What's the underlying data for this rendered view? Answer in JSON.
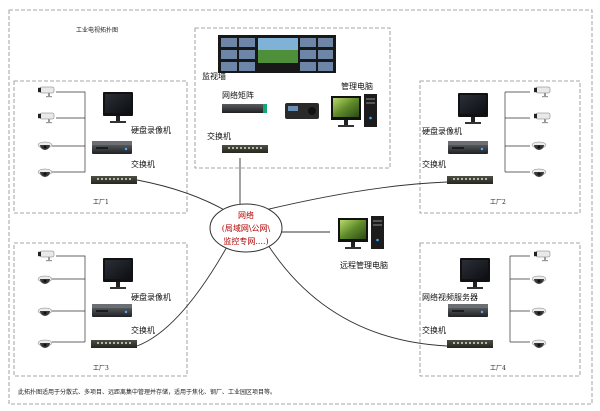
{
  "diagram": {
    "title": "工业电视拓扑图",
    "center": {
      "line1": "网络",
      "line2": "(局域网\\公网\\",
      "line3": "监控专网....)"
    },
    "monitor_center": {
      "video_wall": "监视墙",
      "matrix": "网络矩阵",
      "switch": "交换机",
      "pc": "管理电脑"
    },
    "remote_pc": "远程管理电脑",
    "sites": [
      {
        "name": "工厂1",
        "recorder": "硬盘录像机",
        "switch": "交换机"
      },
      {
        "name": "工厂2",
        "recorder": "硬盘录像机",
        "switch": "交换机"
      },
      {
        "name": "工厂3",
        "recorder": "硬盘录像机",
        "switch": "交换机"
      },
      {
        "name": "工厂4",
        "recorder": "网络视频服务器",
        "switch": "交换机"
      }
    ],
    "footnote": "此拓扑图适用于分散式、多项目、远距离集中管理并存储，适用于焦化、钢厂、工业园区项目等。"
  }
}
